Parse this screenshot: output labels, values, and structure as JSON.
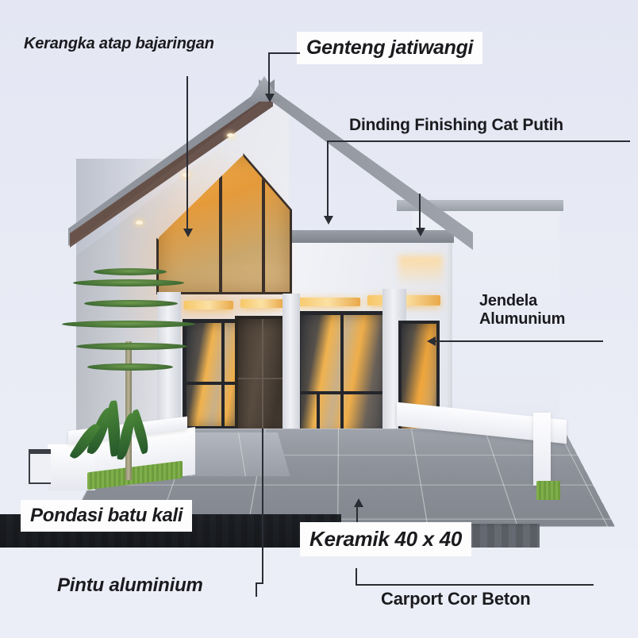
{
  "image": {
    "title": "Ilustrasi spesifikasi rumah minimalis",
    "background_color": "#e8eaf4",
    "label_box_color": "#fdfdfd",
    "leader_color": "#2b2d35"
  },
  "annotations": [
    {
      "id": "roof-frame",
      "text": "Kerangka atap bajaringan",
      "style": "plain-italic",
      "leader": "vertical-arrow-down",
      "points_to": "roof eave / steel truss"
    },
    {
      "id": "roof-tile",
      "text": "Genteng jatiwangi",
      "style": "boxed-italic",
      "leader": "elbow-left-down-arrow",
      "points_to": "roof ridge"
    },
    {
      "id": "wall-paint",
      "text": "Dinding Finishing Cat Putih",
      "style": "plain-bold",
      "leader": "underline-two-arrows-down",
      "points_to": "white painted walls"
    },
    {
      "id": "window-alu",
      "text_line1": "Jendela",
      "text_line2": "Alumunium",
      "style": "plain-bold",
      "leader": "horizontal-arrow-left",
      "points_to": "tall narrow side window"
    },
    {
      "id": "foundation",
      "text": "Pondasi batu kali",
      "style": "boxed-italic",
      "leader": "none",
      "points_to": "stone foundation"
    },
    {
      "id": "floor-tile",
      "text": "Keramik 40 x 40",
      "style": "boxed-italic",
      "leader": "vertical-arrow-up",
      "points_to": "carport floor tiles"
    },
    {
      "id": "door-alu",
      "text": "Pintu aluminium",
      "style": "plain-italic",
      "leader": "elbow-up-to-door",
      "points_to": "front entrance door"
    },
    {
      "id": "carport",
      "text": "Carport Cor Beton",
      "style": "plain-bold",
      "leader": "elbow-up-right",
      "points_to": "concrete carport slab"
    }
  ],
  "scene": {
    "description": "Render eksterior rumah minimalis satu lantai dengan atap pelana miring, jendela kaca segitiga besar, teras berkeramik, taman kecil dengan pohon cemara, dan carport beton.",
    "elements": [
      "gable-roof",
      "triangular-gable-window",
      "front-windows",
      "entry-door",
      "side-window",
      "low-white-fence",
      "planter-with-tree",
      "carport-floor",
      "paver-driveway"
    ],
    "palette": {
      "wall": "#eceef4",
      "roof": "#8b9099",
      "roof_underside": "#5b4239",
      "glass_warm": "#efae4a",
      "frame_dark": "#24262b",
      "door": "#4b4037",
      "floor": "#93979f",
      "foliage": "#3f6b33"
    }
  }
}
